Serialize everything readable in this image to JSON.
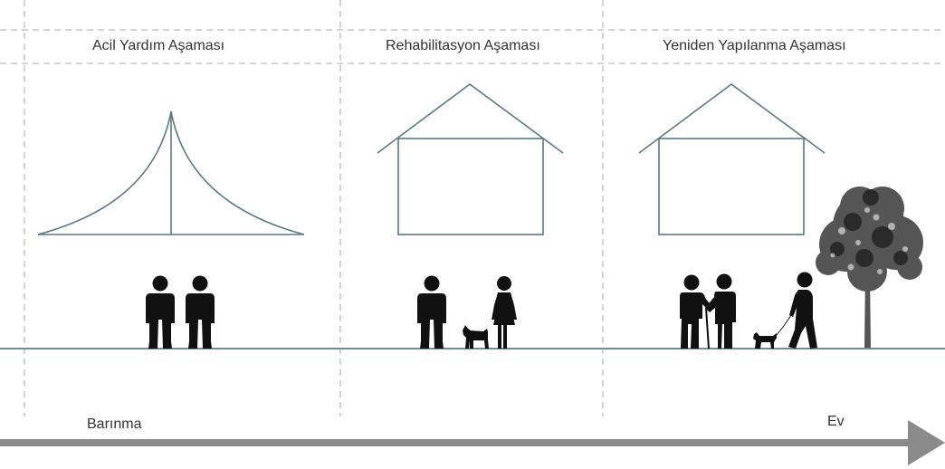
{
  "phases": [
    {
      "title": "Acil Yardım Aşaması",
      "shelter": "tent"
    },
    {
      "title": "Rehabilitasyon Aşaması",
      "shelter": "house"
    },
    {
      "title": "Yeniden Yapılanma Aşaması",
      "shelter": "house"
    }
  ],
  "timeline": {
    "start_label": "Barınma",
    "end_label": "Ev"
  },
  "colors": {
    "structure_line": "#5a7a82",
    "ground_line": "#6e8c95",
    "dashed_grid": "#aaaaaa",
    "arrow": "#8a8a8a",
    "figures": "#111111"
  },
  "icons": [
    "person-icon",
    "dog-icon",
    "woman-icon",
    "elderly-with-cane-icon",
    "walking-person-icon",
    "tree-icon"
  ]
}
